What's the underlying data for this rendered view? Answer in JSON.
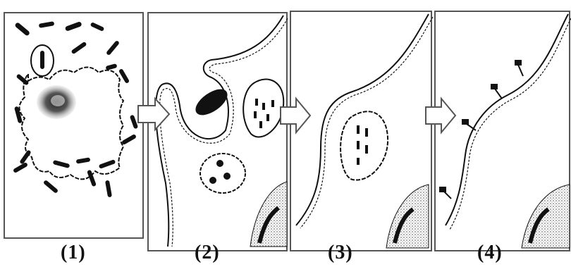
{
  "figure": {
    "panel_labels": [
      "(1)",
      "(2)",
      "(3)",
      "(4)"
    ],
    "colors": {
      "ink": "#111111",
      "paper": "#ffffff",
      "frame": "#555555",
      "stipple": "#888888"
    }
  }
}
